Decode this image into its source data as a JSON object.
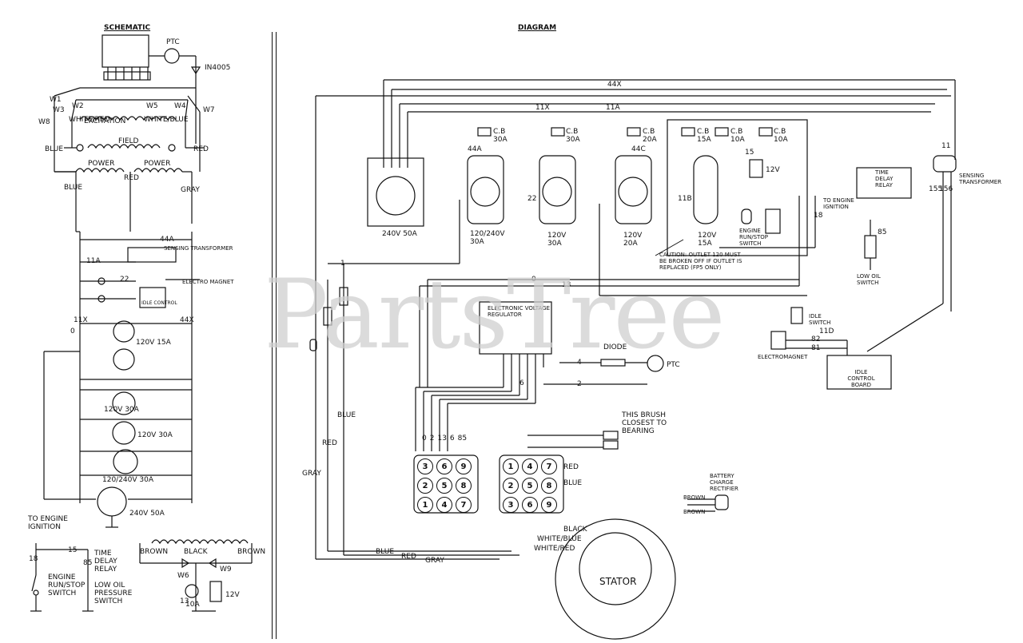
{
  "titles": {
    "schematic": "SCHEMATIC",
    "diagram": "DIAGRAM"
  },
  "watermark": "PartsTree",
  "schematic_labels": {
    "ptc": "PTC",
    "diode": "IN4005",
    "w1": "W1",
    "w2": "W2",
    "w3": "W3",
    "w4": "W4",
    "w5": "W5",
    "w7": "W7",
    "w8": "W8",
    "w9": "W9",
    "excitation": "EXCITATION",
    "white_red": "WHITE/RED",
    "white_blue": "WHITE/BLUE",
    "field": "FIELD",
    "blue": "BLUE",
    "red": "RED",
    "power_l": "POWER",
    "power_r": "POWER",
    "blue2": "BLUE",
    "red2": "RED",
    "gray": "GRAY",
    "sensing_transformer": "SENSING TRANSFORMER",
    "electro_magnet": "ELECTRO MAGNET",
    "idle_control": "IDLE CONTROL",
    "r120v15a": "120V 15A",
    "r120v30a_1": "120V 30A",
    "r120v30a_2": "120V 30A",
    "r120_240v30a": "120/240V 30A",
    "r240v50a": "240V 50A",
    "to_engine_ignition": "TO ENGINE IGNITION",
    "time_delay_relay": "TIME DELAY RELAY",
    "engine_run_stop": "ENGINE RUN/STOP SWITCH",
    "low_oil": "LOW OIL PRESSURE SWITCH",
    "brown_l": "BROWN",
    "black": "BLACK",
    "brown_r": "BROWN",
    "r10a": "10A",
    "r12v": "12V",
    "w6": "W6",
    "w9b": "W9",
    "wire_11x": "11X",
    "wire_11a": "11A",
    "wire_44x": "44X",
    "wire_44a": "44A",
    "wire_22": "22",
    "wire_13": "13",
    "wire_15": "15",
    "wire_18": "18",
    "wire_85": "85",
    "wire_0": "0"
  },
  "diagram_labels": {
    "r240v50a": "240V 50A",
    "r120_240v30a": "120/240V 30A",
    "r120v30a": "120V 30A",
    "r120v20a": "120V 20A",
    "r120v15a": "120V 15A",
    "cb30a_1": "C.B 30A",
    "cb30a_2": "C.B 30A",
    "cb20a": "C.B 20A",
    "cb15a": "C.B 15A",
    "cb10a_1": "C.B 10A",
    "cb10a_2": "C.B 10A",
    "r12v": "12V",
    "caution": "CAUTION: OUTLET 120 MUST BE BROKEN OFF IF OUTLET IS REPLACED (FP5 ONLY)",
    "engine_run_stop": "ENGINE RUN/STOP SWITCH",
    "time_relay": "TIME DELAY RELAY",
    "sensing_transformer": "SENSING TRANSFORMER",
    "to_engine_ignition": "TO ENGINE IGNITION",
    "low_oil_switch": "LOW OIL SWITCH",
    "electronic_voltage_regulator": "ELECTRONIC VOLTAGE REGULATOR",
    "diode": "DIODE",
    "ptc": "PTC",
    "idle_switch": "IDLE SWITCH",
    "electromagnet": "ELECTROMAGNET",
    "idle_control_board": "IDLE CONTROL BOARD",
    "brush_note": "THIS BRUSH CLOSEST TO BEARING",
    "battery_charge": "BATTERY CHARGE RECTIFIER",
    "red": "RED",
    "blue": "BLUE",
    "black": "BLACK",
    "white_blue": "WHITE/BLUE",
    "white_red": "WHITE/RED",
    "brown1": "BROWN",
    "brown2": "BROWN",
    "stator": "STATOR",
    "gray": "GRAY",
    "blue_w": "BLUE",
    "red_w": "RED",
    "blue_b": "BLUE",
    "red_b": "RED",
    "gray_b": "GRAY"
  },
  "terminal_block_left": [
    "3",
    "6",
    "9",
    "2",
    "5",
    "8",
    "1",
    "4",
    "7"
  ],
  "terminal_block_right": [
    "1",
    "4",
    "7",
    "2",
    "5",
    "8",
    "3",
    "6",
    "9"
  ],
  "regulator_wires": [
    "0",
    "2",
    "13",
    "6",
    "85"
  ],
  "wire_numbers": {
    "w44x": "44X",
    "w11x": "11X",
    "w11a": "11A",
    "w22": "22",
    "w44a": "44A",
    "w0": "0",
    "w13": "13",
    "w4": "4",
    "w2": "2",
    "w6": "6",
    "w85": "85",
    "w15": "15",
    "w18": "18",
    "w11b": "11B",
    "w11d": "11D",
    "w82": "82",
    "w81": "81",
    "w155": "155",
    "w156": "156",
    "w11": "11",
    "w44c": "44C",
    "w1": "1"
  }
}
